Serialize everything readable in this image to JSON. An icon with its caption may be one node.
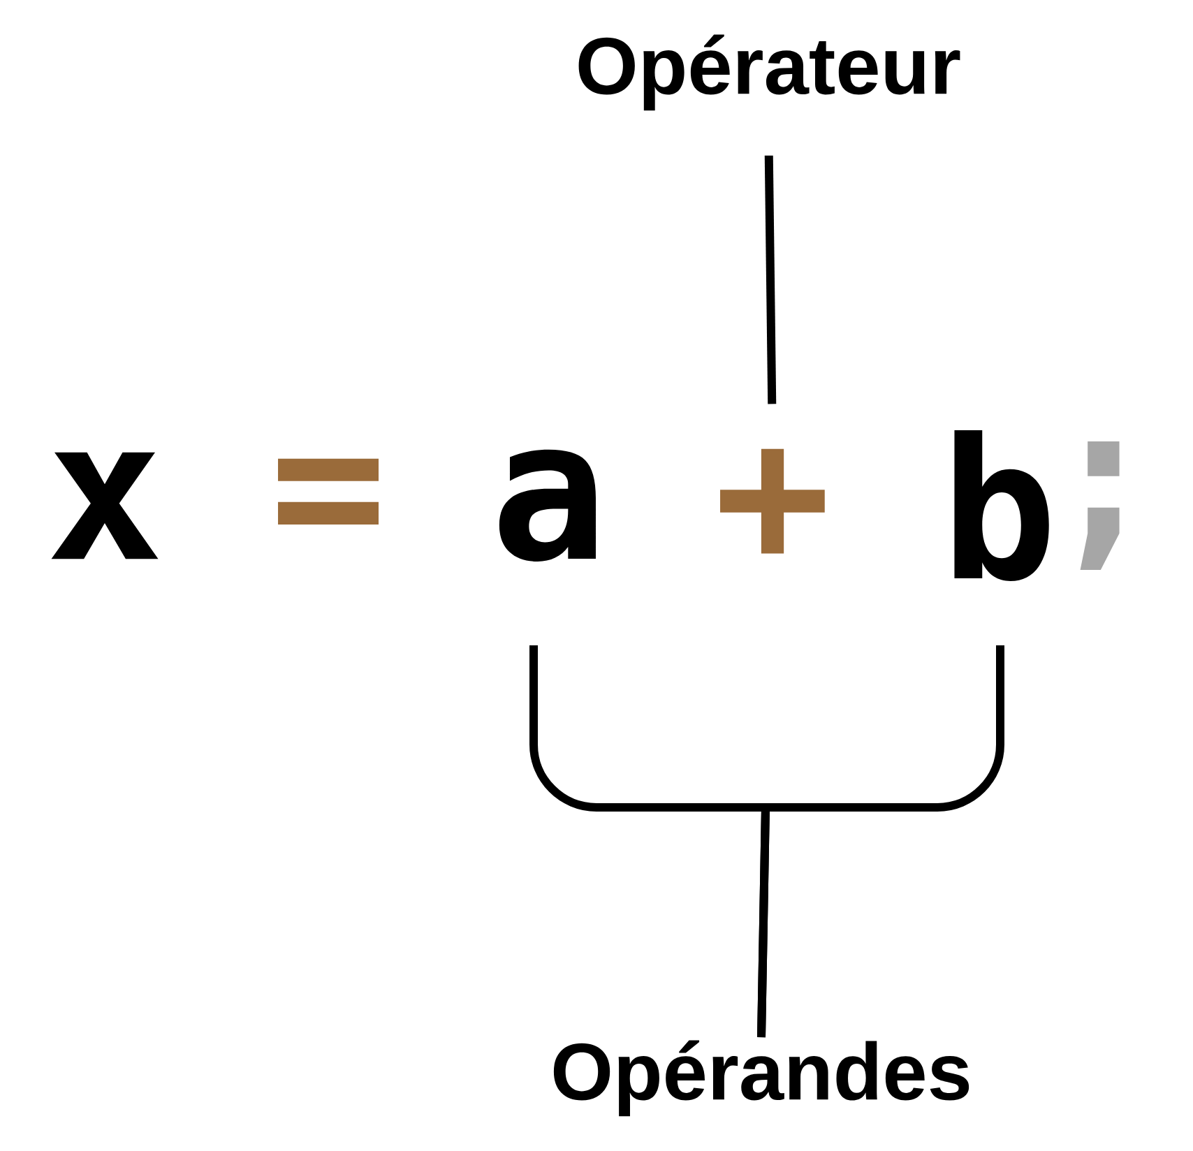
{
  "diagram": {
    "nodes": [
      {
        "text": [
          "Opérateur"
        ]
      },
      {
        "text": [
          "+"
        ]
      },
      {
        "text": [
          "Opérandes"
        ]
      },
      {
        "text": [
          "a"
        ]
      },
      {
        "text": [
          "b"
        ]
      }
    ],
    "edges": [
      {
        "from": 0,
        "to": 1,
        "arrow": "none"
      },
      {
        "from": 2,
        "to": 3,
        "arrow": "none"
      },
      {
        "from": 2,
        "to": 4,
        "arrow": "none"
      }
    ],
    "labels": [
      "x",
      "=",
      ";"
    ]
  }
}
